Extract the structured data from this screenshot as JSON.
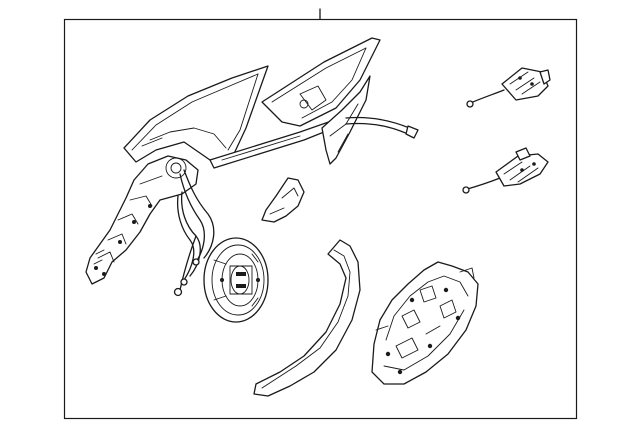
{
  "diagram": {
    "type": "exploded-parts-diagram",
    "background": "#ffffff",
    "line_color": "#1a1a1a",
    "parts": [
      {
        "name": "mirror-housing-assembly"
      },
      {
        "name": "mirror-glass"
      },
      {
        "name": "mirror-base-bracket-with-harness"
      },
      {
        "name": "motor-actuator"
      },
      {
        "name": "cover-clip"
      },
      {
        "name": "connector-plug-upper"
      },
      {
        "name": "connector-plug-lower"
      },
      {
        "name": "seal-gasket"
      },
      {
        "name": "skull-cap-cover"
      }
    ]
  }
}
